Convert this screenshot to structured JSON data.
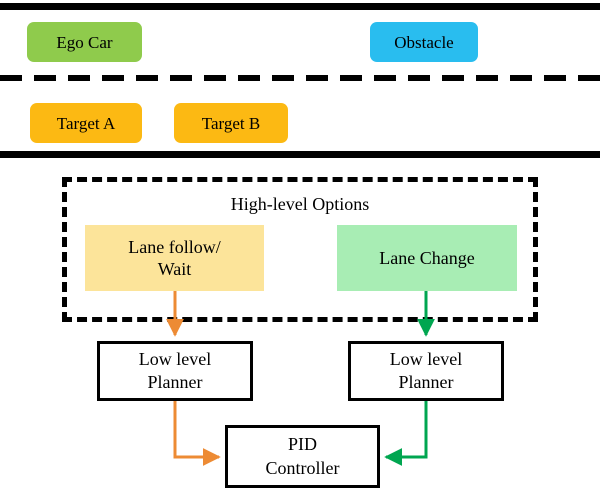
{
  "scene": {
    "road": {
      "top_boundary": "solid-lane-line",
      "lane_divider": "dashed-lane-line",
      "bottom_boundary": "solid-lane-line"
    },
    "agents": [
      {
        "id": "ego-car",
        "label": "Ego Car",
        "color": "#8FCB4C",
        "lane": "upper"
      },
      {
        "id": "obstacle",
        "label": "Obstacle",
        "color": "#29BDEF",
        "lane": "upper"
      },
      {
        "id": "target-a",
        "label": "Target A",
        "color": "#FCB913",
        "lane": "lower"
      },
      {
        "id": "target-b",
        "label": "Target B",
        "color": "#FCB913",
        "lane": "lower"
      }
    ]
  },
  "architecture": {
    "options_panel": {
      "title": "High-level Options",
      "border_style": "dashed",
      "options": [
        {
          "id": "lane-follow-wait",
          "line1": "Lane follow/",
          "line2": "Wait",
          "color": "#FCE49A",
          "flow_color": "#ED8B34"
        },
        {
          "id": "lane-change",
          "line1": "Lane Change",
          "line2": "",
          "color": "#A8EDB4",
          "flow_color": "#00A650"
        }
      ]
    },
    "planners": [
      {
        "id": "low-level-planner-left",
        "line1": "Low level",
        "line2": "Planner",
        "flow_color": "#ED8B34"
      },
      {
        "id": "low-level-planner-right",
        "line1": "Low level",
        "line2": "Planner",
        "flow_color": "#00A650"
      }
    ],
    "controller": {
      "id": "pid-controller",
      "line1": "PID",
      "line2": "Controller"
    }
  },
  "colors": {
    "ego": "#8FCB4C",
    "obstacle": "#29BDEF",
    "target": "#FCB913",
    "option_follow": "#FCE49A",
    "option_change": "#A8EDB4",
    "flow_orange": "#ED8B34",
    "flow_green": "#00A650",
    "stroke": "#000000"
  }
}
